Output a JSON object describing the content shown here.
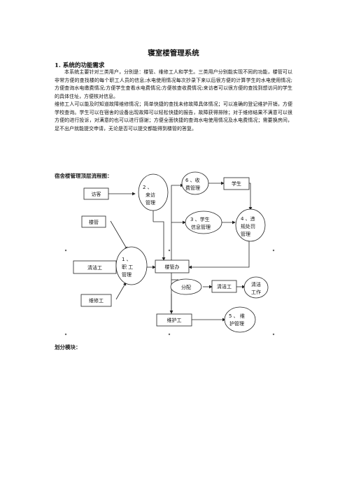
{
  "doc": {
    "title": "寝室楼管理系统",
    "section1": "1.   系统的功能需求",
    "para1": "本系统主要针对三类用户，分别是：楼管、维修工人和学生。三类用户分别能实现不同的功能，楼管可以非常方便的查找楼的每个职工人员的信息;水电使用情况每次抄录下来以后很方便的计算学生的水电使用情况;方便查询水电缴费情况;方便学生查看水电费情况;方便核查收费情况;来访者可以很方便的查找到想访问的学生的具体住址，方便核对信息。",
    "para2": "维修工人可以能及时知道故障维修情况；简单快捷的查找未修故障具体情况；可以准确的登记维护开销，方便学校查询。学生可以在宿舍的设备出现故障可以轻松快捷的报告，故障获得排除；对于维修结果不满意可以很方便的进行投诉，对满意的也可以进行感谢；方便全面快捷的查询水电使用情况及水电费情况；需要换房间，足不出户就能提交申请，无论是否可以提交都能得到楼管的答复。",
    "subtitle_flow": "宿舍楼管理顶层流程图：",
    "subtitle_modules": "划分模块："
  },
  "flowchart": {
    "visitor": "访客",
    "building_manager": "楼管",
    "cleaner": "清洁工",
    "repairer": "维修工",
    "visitor_mgmt": [
      "2  、",
      "来访",
      "管理"
    ],
    "fee_mgmt": [
      "6 、收",
      "费管理"
    ],
    "student": "学生",
    "student_info": [
      "3 、学生",
      "信息管理"
    ],
    "violation_mgmt": [
      "4 、违",
      "规处罚",
      "管理"
    ],
    "staff_mgmt": [
      "1    、",
      "职  工",
      "管理"
    ],
    "office": "楼管办",
    "assign": "分配",
    "cleaner2": "清洁工",
    "cleaning_work": [
      "清洁",
      "工作"
    ],
    "maintainer": "维护工",
    "maint_mgmt": [
      "5 、 维",
      "护管理"
    ]
  }
}
